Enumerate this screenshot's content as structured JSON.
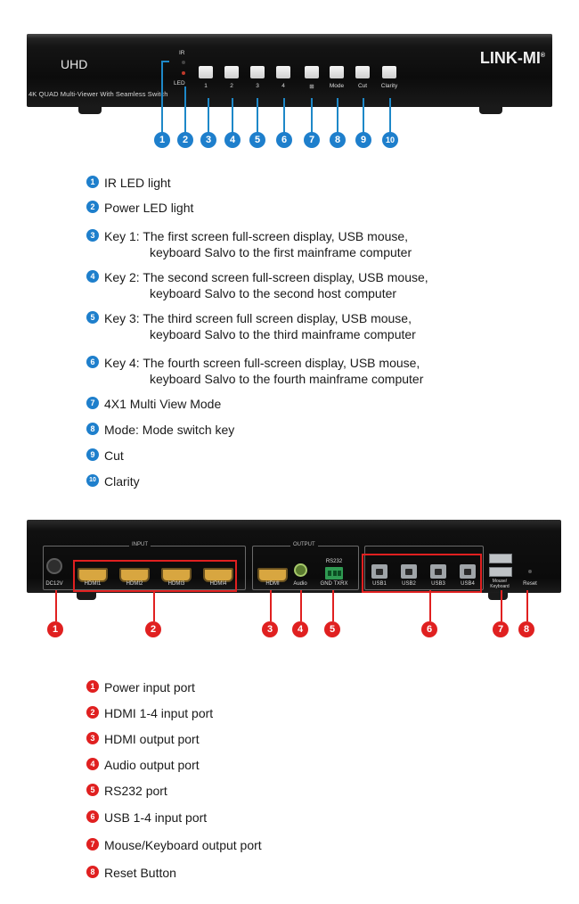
{
  "front_panel": {
    "model_label": "UHD",
    "subtitle": "4K QUAD Multi-Viewer With Seamless Switch",
    "brand": "LINK-MI",
    "brand_mark": "®",
    "ir_label": "IR",
    "led_label": "LED",
    "keys": [
      {
        "label": "1"
      },
      {
        "label": "2"
      },
      {
        "label": "3"
      },
      {
        "label": "4"
      },
      {
        "label": "⊞"
      },
      {
        "label": "Mode"
      },
      {
        "label": "Cut"
      },
      {
        "label": "Clarity"
      }
    ],
    "callouts": [
      "1",
      "2",
      "3",
      "4",
      "5",
      "6",
      "7",
      "8",
      "9",
      "10"
    ]
  },
  "front_legend": [
    {
      "num": "1",
      "lines": [
        "IR LED light"
      ]
    },
    {
      "num": "2",
      "lines": [
        "Power LED light"
      ]
    },
    {
      "num": "3",
      "lines": [
        "Key 1: The first screen full-screen display, USB mouse,",
        "keyboard Salvo to the first mainframe computer"
      ]
    },
    {
      "num": "4",
      "lines": [
        "Key 2: The second screen full-screen display, USB mouse,",
        "keyboard Salvo to the second host computer"
      ]
    },
    {
      "num": "5",
      "lines": [
        "Key 3: The third screen full screen display, USB mouse,",
        "keyboard Salvo to the third mainframe computer"
      ]
    },
    {
      "num": "6",
      "lines": [
        "Key 4: The fourth screen full-screen display, USB mouse,",
        "keyboard Salvo to the fourth mainframe computer"
      ]
    },
    {
      "num": "7",
      "lines": [
        "4X1 Multi View Mode"
      ]
    },
    {
      "num": "8",
      "lines": [
        "Mode: Mode switch key"
      ]
    },
    {
      "num": "9",
      "lines": [
        "Cut"
      ]
    },
    {
      "num": "10",
      "lines": [
        "Clarity"
      ]
    }
  ],
  "back_panel": {
    "input_title": "INPUT",
    "output_title": "OUTPUT",
    "dc_label": "DC12V",
    "hdmi_inputs": [
      "HDMI1",
      "HDMI2",
      "HDMI3",
      "HDMI4"
    ],
    "hdmi_output": "HDMI",
    "audio_label": "Audio",
    "rs232_title": "RS232",
    "rs232_pins": "GND TXRX",
    "usb_ports": [
      "USB1",
      "USB2",
      "USB3",
      "USB4"
    ],
    "mouse_keyboard_label": "Mouse/ Keyboard",
    "reset_label": "Reset",
    "callouts": [
      "1",
      "2",
      "3",
      "4",
      "5",
      "6",
      "7",
      "8"
    ]
  },
  "back_legend": [
    {
      "num": "1",
      "text": "Power input port"
    },
    {
      "num": "2",
      "text": "HDMI 1-4 input port"
    },
    {
      "num": "3",
      "text": "HDMI output port"
    },
    {
      "num": "4",
      "text": "Audio output port"
    },
    {
      "num": "5",
      "text": "RS232 port"
    },
    {
      "num": "6",
      "text": "USB 1-4 input port"
    },
    {
      "num": "7",
      "text": "Mouse/Keyboard output port"
    },
    {
      "num": "8",
      "text": "Reset Button"
    }
  ],
  "colors": {
    "front_callout": "#1e7fcc",
    "back_callout": "#e02020",
    "device_body": "#0c0c0c",
    "hdmi_port": "#d8a640",
    "rs232_block": "#2f9a52"
  }
}
